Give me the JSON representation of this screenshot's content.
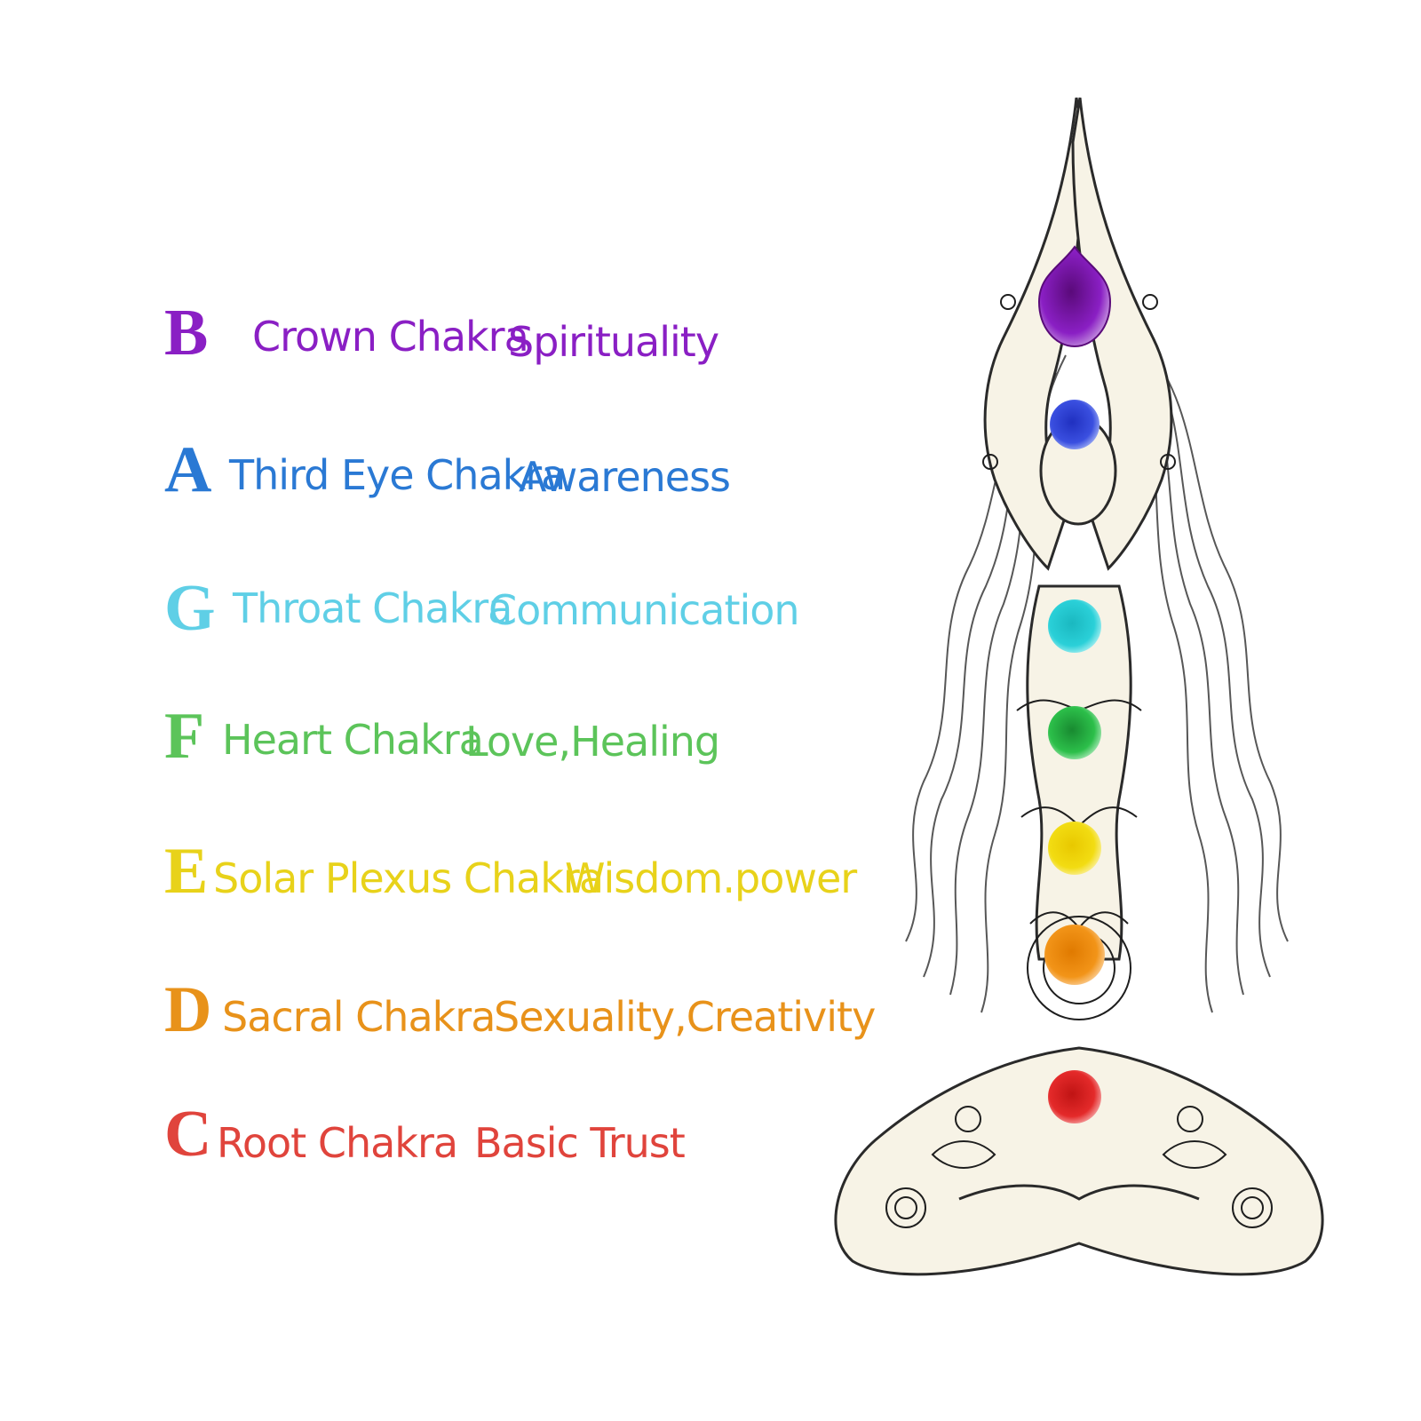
{
  "legend": {
    "rows": [
      {
        "letter": "B",
        "name": "Crown Chakra",
        "meaning": "Spirituality",
        "color": "#8a1fc4"
      },
      {
        "letter": "A",
        "name": "Third Eye Chakra",
        "meaning": "Awareness",
        "color": "#2a79d4"
      },
      {
        "letter": "G",
        "name": "Throat Chakra",
        "meaning": "Communication",
        "color": "#5fcfe6"
      },
      {
        "letter": "F",
        "name": "Heart Chakra",
        "meaning": "Love,Healing",
        "color": "#5cc45a"
      },
      {
        "letter": "E",
        "name": "Solar Plexus Chakra",
        "meaning": "Wisdom.power",
        "color": "#e8d21a"
      },
      {
        "letter": "D",
        "name": "Sacral Chakra",
        "meaning": "Sexuality,Creativity",
        "color": "#e8921a"
      },
      {
        "letter": "C",
        "name": "Root Chakra",
        "meaning": "Basic Trust",
        "color": "#e0443c"
      }
    ]
  },
  "figure": {
    "icon": "meditating-woman-illustration",
    "chakra_colors": [
      "#8a1fc4",
      "#3a4fe0",
      "#2ad0d8",
      "#2cbf4a",
      "#f2dc12",
      "#f29418",
      "#e42a2a"
    ]
  }
}
